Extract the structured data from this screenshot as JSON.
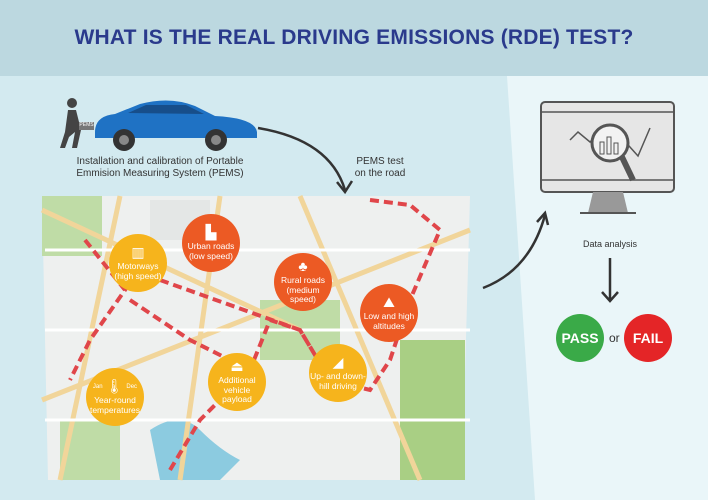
{
  "title": "WHAT IS THE REAL DRIVING EMISSIONS (RDE) TEST?",
  "steps": {
    "installation": "Installation and calibration of Portable Emmision Measuring System (PEMS)",
    "pems_label": "PEMS",
    "road_test": "PEMS test on the road",
    "analysis": "Data analysis"
  },
  "pins": [
    {
      "label": "Motorways (high speed)",
      "icon": "motorway-icon"
    },
    {
      "label": "Urban roads (low speed)",
      "icon": "buildings-icon"
    },
    {
      "label": "Rural roads (medium speed)",
      "icon": "rural-road-icon"
    },
    {
      "label": "Low and high altitudes",
      "icon": "mountain-icon"
    },
    {
      "label": "Up- and down-hill driving",
      "icon": "car-slope-icon"
    },
    {
      "label": "Additional vehicle payload",
      "icon": "weight-icon"
    },
    {
      "label": "Year-round temperatures",
      "icon": "thermometer-icon",
      "from": "Jan",
      "to": "Dec"
    }
  ],
  "result": {
    "pass": "PASS",
    "or": "or",
    "fail": "FAIL"
  },
  "colors": {
    "title": "#2a3a8c",
    "yellow": "#f6b41c",
    "orange": "#ec5a24",
    "pass": "#3aaa48",
    "fail": "#e42527",
    "car": "#1f72c4"
  }
}
